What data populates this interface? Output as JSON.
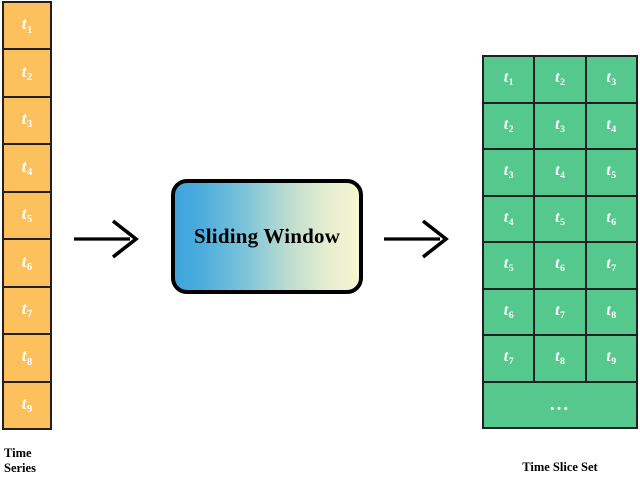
{
  "diagram": {
    "title": "Sliding Window time series slicing diagram",
    "colors": {
      "timeseries_cell": "#FCC05D",
      "timeslice_cell": "#55C98D",
      "cell_border": "#231f20",
      "box_border": "#000000",
      "gradient_start": "#3FA5DE",
      "gradient_end": "#F6F6D2",
      "cell_text": "#FFFFFF",
      "label_text": "#000000"
    }
  },
  "time_series": {
    "label": "Time\nSeries",
    "cells": [
      {
        "base": "t",
        "sub": "1"
      },
      {
        "base": "t",
        "sub": "2"
      },
      {
        "base": "t",
        "sub": "3"
      },
      {
        "base": "t",
        "sub": "4"
      },
      {
        "base": "t",
        "sub": "5"
      },
      {
        "base": "t",
        "sub": "6"
      },
      {
        "base": "t",
        "sub": "7"
      },
      {
        "base": "t",
        "sub": "8"
      },
      {
        "base": "t",
        "sub": "9"
      }
    ]
  },
  "process": {
    "box_title": "Sliding Window",
    "arrow_in": "arrow-right",
    "arrow_out": "arrow-right"
  },
  "time_slice_set": {
    "label": "Time Slice Set",
    "rows": [
      [
        {
          "base": "t",
          "sub": "1"
        },
        {
          "base": "t",
          "sub": "2"
        },
        {
          "base": "t",
          "sub": "3"
        }
      ],
      [
        {
          "base": "t",
          "sub": "2"
        },
        {
          "base": "t",
          "sub": "3"
        },
        {
          "base": "t",
          "sub": "4"
        }
      ],
      [
        {
          "base": "t",
          "sub": "3"
        },
        {
          "base": "t",
          "sub": "4"
        },
        {
          "base": "t",
          "sub": "5"
        }
      ],
      [
        {
          "base": "t",
          "sub": "4"
        },
        {
          "base": "t",
          "sub": "5"
        },
        {
          "base": "t",
          "sub": "6"
        }
      ],
      [
        {
          "base": "t",
          "sub": "5"
        },
        {
          "base": "t",
          "sub": "6"
        },
        {
          "base": "t",
          "sub": "7"
        }
      ],
      [
        {
          "base": "t",
          "sub": "6"
        },
        {
          "base": "t",
          "sub": "7"
        },
        {
          "base": "t",
          "sub": "8"
        }
      ],
      [
        {
          "base": "t",
          "sub": "7"
        },
        {
          "base": "t",
          "sub": "8"
        },
        {
          "base": "t",
          "sub": "9"
        }
      ]
    ],
    "continuation": "..."
  }
}
